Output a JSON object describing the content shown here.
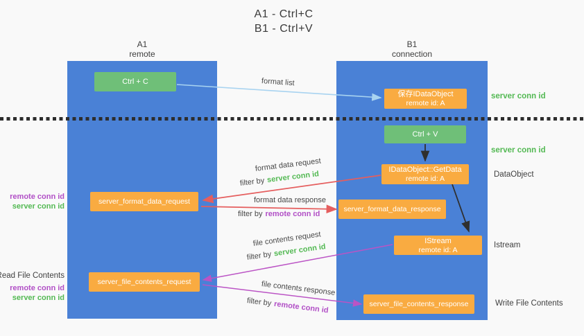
{
  "title": {
    "line1": "A1 - Ctrl+C",
    "line2": "B1 - Ctrl+V"
  },
  "lanes": {
    "left": {
      "title": "A1",
      "subtitle": "remote"
    },
    "right": {
      "title": "B1",
      "subtitle": "connection"
    }
  },
  "nodes": {
    "ctrl_c": {
      "label": "Ctrl + C"
    },
    "ctrl_v": {
      "label": "Ctrl + V"
    },
    "save_idataobject": {
      "line1": "保存IDataObject",
      "line2": "remote id: A"
    },
    "idataobject_getdata": {
      "line1": "IDataObject::GetData",
      "line2": "remote id: A"
    },
    "istream": {
      "line1": "IStream",
      "line2": "remote id: A"
    },
    "server_format_data_request": {
      "label": "server_format_data_request"
    },
    "server_format_data_response": {
      "label": "server_format_data_response"
    },
    "server_file_contents_request": {
      "label": "server_file_contents_request"
    },
    "server_file_contents_response": {
      "label": "server_file_contents_response"
    }
  },
  "arrow_labels": {
    "format_list": "format list",
    "format_data_request": "format data request",
    "format_data_response": "format data response",
    "file_contents_request": "file contents request",
    "file_contents_response": "file contents response",
    "filter_by": "filter by",
    "server_conn_id": "server conn id",
    "remote_conn_id": "remote conn id"
  },
  "side_labels": {
    "right_server_conn_id_top": "server conn id",
    "right_server_conn_id_mid": "server conn id",
    "dataobject": "DataObject",
    "istream": "Istream",
    "write_file_contents": "Write File Contents",
    "read_file_contents": "Read File Contents",
    "left_remote_conn_id_top": "remote conn id",
    "left_server_conn_id_top": "server conn id",
    "left_remote_conn_id_bottom": "remote conn id",
    "left_server_conn_id_bottom": "server conn id"
  },
  "colors": {
    "lane_blue": "#4a81d6",
    "node_orange": "#f9ab41",
    "node_green": "#6fbf78",
    "conn_id_green": "#53b953",
    "conn_id_purple": "#b14fc6",
    "arrow_red": "#e55e5e",
    "arrow_light_blue": "#a8d3f0",
    "arrow_purple": "#bb54c5",
    "arrow_black": "#2f2f2f",
    "background": "#f9f9f9"
  }
}
